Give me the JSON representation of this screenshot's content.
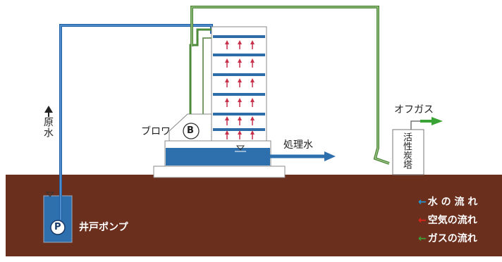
{
  "labels": {
    "raw_water": "原水",
    "blower": "ブロワ",
    "blower_symbol": "B",
    "pump_symbol": "P",
    "treated_water": "処理水",
    "offgas": "オフガス",
    "carbon_tower": "活性炭塔",
    "well_pump": "井戸ポンプ"
  },
  "legend": [
    {
      "arrow": "←",
      "label": "水 の 流 れ",
      "color": "#1f9ad6"
    },
    {
      "arrow": "←",
      "label": "空気の流れ",
      "color": "#e0241b"
    },
    {
      "arrow": "←",
      "label": "ガスの流れ",
      "color": "#3aa335"
    }
  ],
  "colors": {
    "ground": "#6b2f1e",
    "water_pipe": "#1f5fa8",
    "gas_pipe": "#4e8a3a",
    "air_arrow": "#c8304a",
    "tank_water": "#2e6fae",
    "tower_tray": "#2f6da8"
  }
}
